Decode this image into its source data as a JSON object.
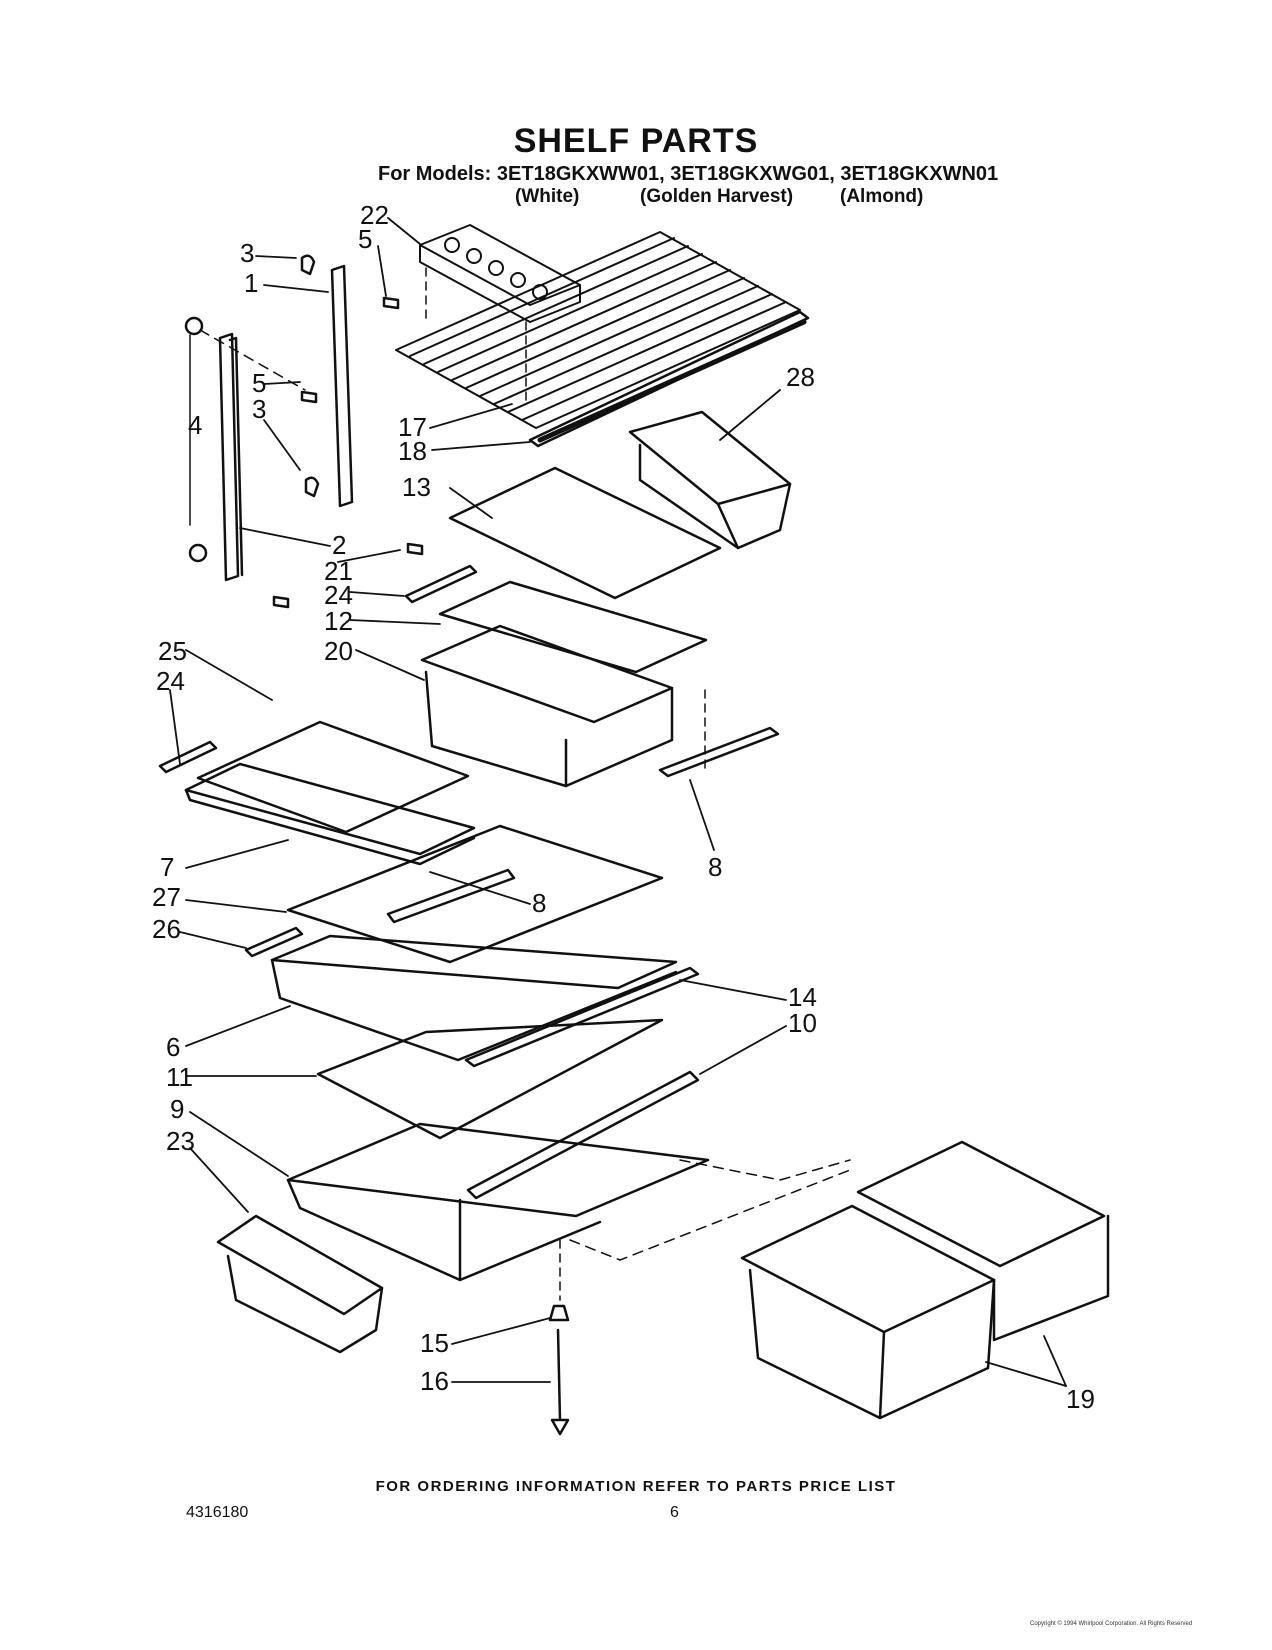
{
  "title": "SHELF PARTS",
  "models_line": "For Models: 3ET18GKXWW01, 3ET18GKXWG01, 3ET18GKXWN01",
  "colors": {
    "white": "(White)",
    "golden": "(Golden Harvest)",
    "almond": "(Almond)"
  },
  "footer": "FOR ORDERING INFORMATION REFER TO PARTS PRICE LIST",
  "doc_number": "4316180",
  "page_number": "6",
  "copyright": "Copyright © 1994 Whirlpool Corporation. All Rights Reserved",
  "callouts": {
    "c1": "1",
    "c2": "2",
    "c3a": "3",
    "c3b": "3",
    "c4": "4",
    "c5a": "5",
    "c5b": "5",
    "c6": "6",
    "c7": "7",
    "c8a": "8",
    "c8b": "8",
    "c9": "9",
    "c10": "10",
    "c11": "11",
    "c12": "12",
    "c13": "13",
    "c14": "14",
    "c15": "15",
    "c16": "16",
    "c17": "17",
    "c18": "18",
    "c19": "19",
    "c20": "20",
    "c21": "21",
    "c22": "22",
    "c23": "23",
    "c24a": "24",
    "c24b": "24",
    "c25": "25",
    "c26": "26",
    "c27": "27",
    "c28": "28"
  }
}
